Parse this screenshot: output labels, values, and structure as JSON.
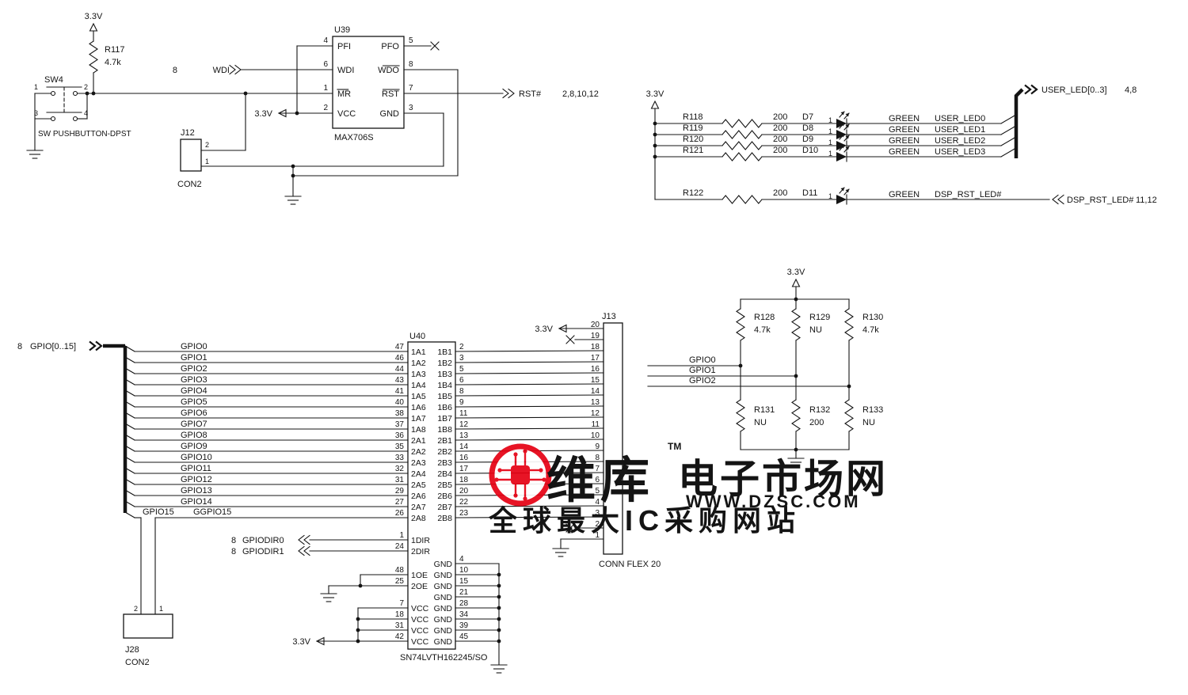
{
  "power_net": "3.3V",
  "reset_circuit": {
    "pullup": {
      "ref": "R117",
      "value": "4.7k"
    },
    "switch": {
      "ref": "SW4",
      "desc": "SW PUSHBUTTON-DPST",
      "pins": [
        "1",
        "2",
        "3",
        "4"
      ]
    },
    "connector": {
      "ref": "J12",
      "type": "CON2",
      "pins": [
        "2",
        "1"
      ]
    },
    "wdi_sheet": "8",
    "wdi_label": "WDI",
    "ic": {
      "ref": "U39",
      "part": "MAX706S",
      "left_pins": [
        {
          "num": "4",
          "name": "PFI",
          "bar": false
        },
        {
          "num": "6",
          "name": "WDI",
          "bar": false
        },
        {
          "num": "1",
          "name": "MR",
          "bar": true
        },
        {
          "num": "2",
          "name": "VCC",
          "bar": false
        }
      ],
      "right_pins": [
        {
          "num": "5",
          "name": "PFO",
          "bar": false
        },
        {
          "num": "8",
          "name": "WDO",
          "bar": true
        },
        {
          "num": "7",
          "name": "RST",
          "bar": true
        },
        {
          "num": "3",
          "name": "GND",
          "bar": false
        }
      ]
    },
    "rst_label": "RST#",
    "rst_sheets": "2,8,10,12"
  },
  "led_circuit": {
    "rows": [
      {
        "res": "R118",
        "val": "200",
        "diode": "D7",
        "pin": "1",
        "color": "GREEN",
        "net": "USER_LED0"
      },
      {
        "res": "R119",
        "val": "200",
        "diode": "D8",
        "pin": "1",
        "color": "GREEN",
        "net": "USER_LED1"
      },
      {
        "res": "R120",
        "val": "200",
        "diode": "D9",
        "pin": "1",
        "color": "GREEN",
        "net": "USER_LED2"
      },
      {
        "res": "R121",
        "val": "200",
        "diode": "D10",
        "pin": "1",
        "color": "GREEN",
        "net": "USER_LED3"
      }
    ],
    "bus_label": "USER_LED[0..3]",
    "bus_sheets": "4,8",
    "dsp_row": {
      "res": "R122",
      "val": "200",
      "diode": "D11",
      "pin": "1",
      "color": "GREEN",
      "net": "DSP_RST_LED#"
    },
    "dsp_label": "DSP_RST_LED#",
    "dsp_sheets": "11,12"
  },
  "pull_network": {
    "top": [
      {
        "ref": "R128",
        "val": "4.7k"
      },
      {
        "ref": "R129",
        "val": "NU"
      },
      {
        "ref": "R130",
        "val": "4.7k"
      }
    ],
    "nets": [
      "GPIO0",
      "GPIO1",
      "GPIO2"
    ],
    "bottom": [
      {
        "ref": "R131",
        "val": "NU"
      },
      {
        "ref": "R132",
        "val": "200"
      },
      {
        "ref": "R133",
        "val": "NU"
      }
    ]
  },
  "gpio_bus": {
    "sheet": "8",
    "label": "GPIO[0..15]"
  },
  "buffer": {
    "ref": "U40",
    "part": "SN74LVTH162245/SO",
    "rows": [
      {
        "net": "GPIO0",
        "lpin": "47",
        "a": "1A1",
        "b": "1B1",
        "rpin": "2"
      },
      {
        "net": "GPIO1",
        "lpin": "46",
        "a": "1A2",
        "b": "1B2",
        "rpin": "3"
      },
      {
        "net": "GPIO2",
        "lpin": "44",
        "a": "1A3",
        "b": "1B3",
        "rpin": "5"
      },
      {
        "net": "GPIO3",
        "lpin": "43",
        "a": "1A4",
        "b": "1B4",
        "rpin": "6"
      },
      {
        "net": "GPIO4",
        "lpin": "41",
        "a": "1A5",
        "b": "1B5",
        "rpin": "8"
      },
      {
        "net": "GPIO5",
        "lpin": "40",
        "a": "1A6",
        "b": "1B6",
        "rpin": "9"
      },
      {
        "net": "GPIO6",
        "lpin": "38",
        "a": "1A7",
        "b": "1B7",
        "rpin": "11"
      },
      {
        "net": "GPIO7",
        "lpin": "37",
        "a": "1A8",
        "b": "1B8",
        "rpin": "12"
      },
      {
        "net": "GPIO8",
        "lpin": "36",
        "a": "2A1",
        "b": "2B1",
        "rpin": "13"
      },
      {
        "net": "GPIO9",
        "lpin": "35",
        "a": "2A2",
        "b": "2B2",
        "rpin": "14"
      },
      {
        "net": "GPIO10",
        "lpin": "33",
        "a": "2A3",
        "b": "2B3",
        "rpin": "16"
      },
      {
        "net": "GPIO11",
        "lpin": "32",
        "a": "2A4",
        "b": "2B4",
        "rpin": "17"
      },
      {
        "net": "GPIO12",
        "lpin": "31",
        "a": "2A5",
        "b": "2B5",
        "rpin": "18"
      },
      {
        "net": "GPIO13",
        "lpin": "29",
        "a": "2A6",
        "b": "2B6",
        "rpin": "20"
      },
      {
        "net": "GPIO14",
        "lpin": "27",
        "a": "2A7",
        "b": "2B7",
        "rpin": "22"
      },
      {
        "net": "GPIO15",
        "net2": "GGPIO15",
        "lpin": "26",
        "a": "2A8",
        "b": "2B8",
        "rpin": "23"
      }
    ],
    "dir_rows": [
      {
        "sheet": "8",
        "net": "GPIODIR0",
        "name": "1DIR",
        "pin": "1"
      },
      {
        "sheet": "8",
        "net": "GPIODIR1",
        "name": "2DIR",
        "pin": "24"
      }
    ],
    "ctrl_rows": [
      {
        "left": "",
        "lpin": "",
        "right": "GND",
        "rpin": "4"
      },
      {
        "left": "1OE",
        "lpin": "48",
        "right": "GND",
        "rpin": "10"
      },
      {
        "left": "2OE",
        "lpin": "25",
        "right": "GND",
        "rpin": "15"
      },
      {
        "left": "",
        "lpin": "",
        "right": "GND",
        "rpin": "21"
      },
      {
        "left": "VCC",
        "lpin": "7",
        "right": "GND",
        "rpin": "28"
      },
      {
        "left": "VCC",
        "lpin": "18",
        "right": "GND",
        "rpin": "34"
      },
      {
        "left": "VCC",
        "lpin": "31",
        "right": "GND",
        "rpin": "39"
      },
      {
        "left": "VCC",
        "lpin": "42",
        "right": "GND",
        "rpin": "45"
      }
    ]
  },
  "flex_connector": {
    "ref": "J13",
    "type": "CONN FLEX 20",
    "pins": [
      "20",
      "19",
      "18",
      "17",
      "16",
      "15",
      "14",
      "13",
      "12",
      "11",
      "10",
      "9",
      "8",
      "7",
      "6",
      "5",
      "4",
      "3",
      "2",
      "1"
    ]
  },
  "jumper": {
    "ref": "J28",
    "type": "CON2",
    "pins": [
      "2",
      "1"
    ]
  },
  "watermark": {
    "brand_bold": "维库",
    "tm": "TM",
    "brand_rest": "电子市场网",
    "url": "WWW.DZSC.COM",
    "tagline": "全球最大IC采购网站",
    "color_primary": "#e60113",
    "color_url": "#f08300",
    "color_tagline": "#ea6a4a"
  }
}
